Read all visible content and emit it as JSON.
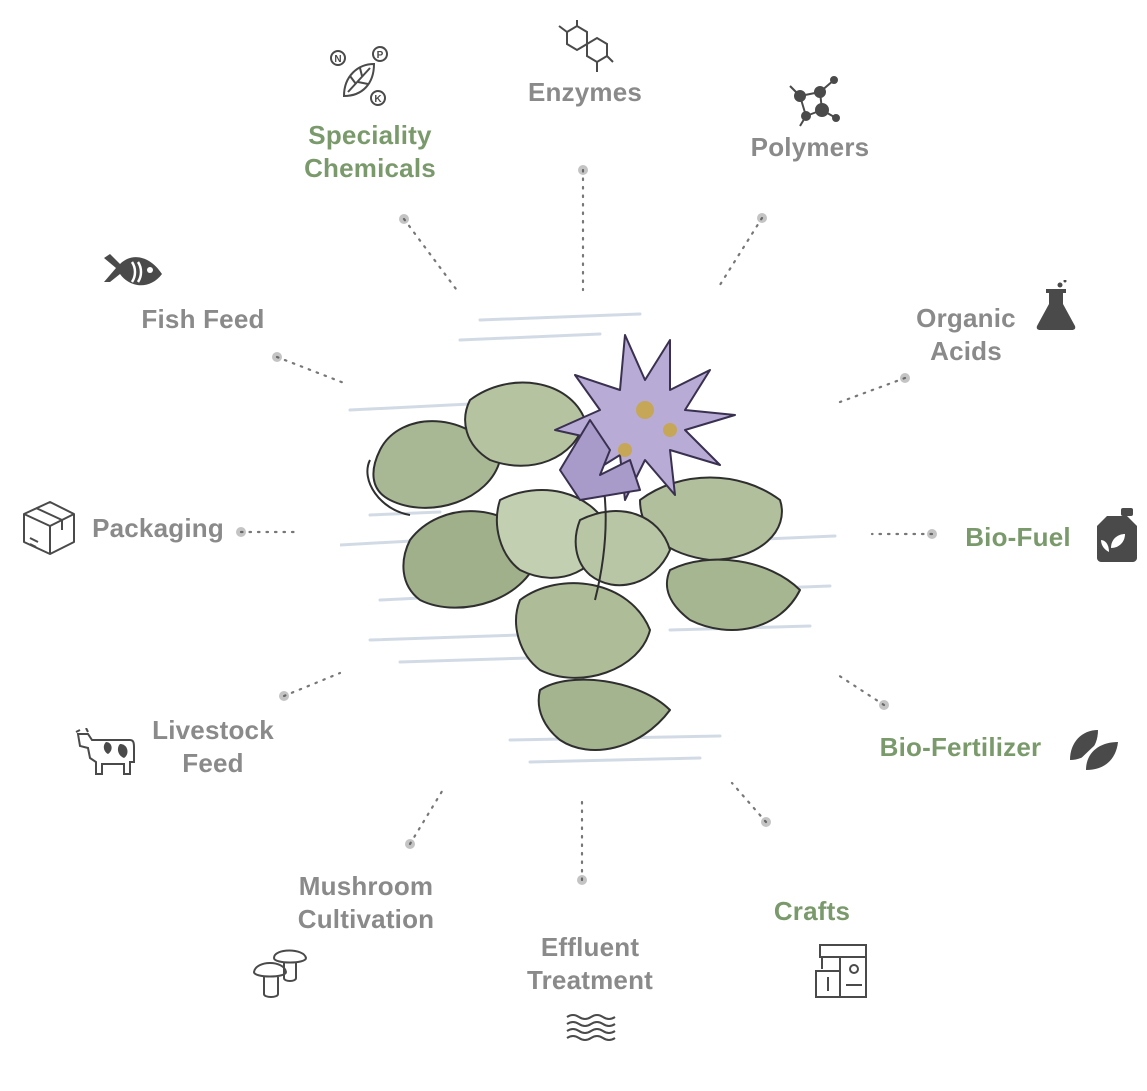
{
  "colors": {
    "gray_text": "#8a8a8a",
    "green_text": "#7a9a6c",
    "icon_dark": "#4a4a4a",
    "dot": "#c4c4c4",
    "leaf_fill": "#a9b894",
    "leaf_light": "#cfd9c0",
    "flower_fill": "#b8acd6",
    "water": "#c7d3df"
  },
  "center": {
    "name": "water-hyacinth-illustration"
  },
  "uses": [
    {
      "id": "enzymes",
      "lines": [
        "Enzymes"
      ],
      "highlight": false,
      "icon": "molecule-structure-icon"
    },
    {
      "id": "polymers",
      "lines": [
        "Polymers"
      ],
      "highlight": false,
      "icon": "polymer-network-icon"
    },
    {
      "id": "organic-acids",
      "lines": [
        "Organic",
        "Acids"
      ],
      "highlight": false,
      "icon": "flask-icon"
    },
    {
      "id": "bio-fuel",
      "lines": [
        "Bio-Fuel"
      ],
      "highlight": true,
      "icon": "fuel-can-icon"
    },
    {
      "id": "bio-fertilizer",
      "lines": [
        "Bio-Fertilizer"
      ],
      "highlight": true,
      "icon": "leaves-icon"
    },
    {
      "id": "crafts",
      "lines": [
        "Crafts"
      ],
      "highlight": true,
      "icon": "sewing-machine-icon"
    },
    {
      "id": "effluent-treatment",
      "lines": [
        "Effluent",
        "Treatment"
      ],
      "highlight": false,
      "icon": "water-waves-icon"
    },
    {
      "id": "mushroom-cultivation",
      "lines": [
        "Mushroom",
        "Cultivation"
      ],
      "highlight": false,
      "icon": "mushroom-icon"
    },
    {
      "id": "livestock-feed",
      "lines": [
        "Livestock",
        "Feed"
      ],
      "highlight": false,
      "icon": "cow-icon"
    },
    {
      "id": "packaging",
      "lines": [
        "Packaging"
      ],
      "highlight": false,
      "icon": "box-icon"
    },
    {
      "id": "fish-feed",
      "lines": [
        "Fish Feed"
      ],
      "highlight": false,
      "icon": "fish-icon"
    },
    {
      "id": "speciality-chemicals",
      "lines": [
        "Speciality",
        "Chemicals"
      ],
      "highlight": true,
      "icon": "npk-leaf-icon"
    }
  ],
  "npk_letters": [
    "N",
    "P",
    "K"
  ]
}
